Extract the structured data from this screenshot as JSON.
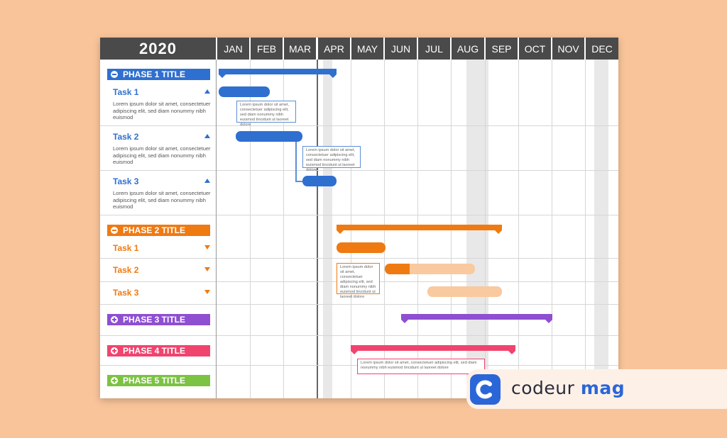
{
  "chart": {
    "year": "2020",
    "months": [
      "JAN",
      "FEB",
      "MAR",
      "APR",
      "MAY",
      "JUN",
      "JUL",
      "AUG",
      "SEP",
      "OCT",
      "NOV",
      "DEC"
    ],
    "colors": {
      "header": "#4a4a4a",
      "phase1": "#2f6fd0",
      "phase2": "#ef7a12",
      "phase2_light": "#f9c9a0",
      "phase3": "#8e4fd1",
      "phase4": "#f0446e",
      "phase5": "#7cc243",
      "phase5_light": "#d8ecc7"
    }
  },
  "phases": [
    {
      "title": "PHASE 1 TITLE",
      "icon": "minus-circle-icon",
      "color": "#2f6fd0",
      "tasks": [
        {
          "title": "Task 1",
          "desc": "Lorem ipsum dolor sit amet, consectetuer adipiscing elit, sed diam nonummy nibh euismod",
          "icon": "triangle-up-icon"
        },
        {
          "title": "Task 2",
          "desc": "Lorem ipsum dolor sit amet, consectetuer adipiscing elit, sed diam nonummy nibh euismod",
          "icon": "triangle-up-icon"
        },
        {
          "title": "Task 3",
          "desc": "Lorem ipsum dolor sit amet, consectetuer adipiscing elit, sed diam nonummy nibh euismod",
          "icon": "triangle-up-icon"
        }
      ]
    },
    {
      "title": "PHASE 2 TITLE",
      "icon": "minus-circle-icon",
      "color": "#ef7a12",
      "tasks": [
        {
          "title": "Task 1",
          "icon": "triangle-down-icon"
        },
        {
          "title": "Task 2",
          "icon": "triangle-down-icon"
        },
        {
          "title": "Task 3",
          "icon": "triangle-down-icon"
        }
      ]
    },
    {
      "title": "PHASE 3 TITLE",
      "icon": "plus-circle-icon",
      "color": "#8e4fd1"
    },
    {
      "title": "PHASE 4 TITLE",
      "icon": "plus-circle-icon",
      "color": "#f0446e"
    },
    {
      "title": "PHASE 5 TITLE",
      "icon": "plus-circle-icon",
      "color": "#7cc243"
    }
  ],
  "notes": [
    {
      "text": "Lorem ipsum dolor sit amet, consectetuer adipiscing elit, sed diam nonummy nibh euismod tincidunt ut laoreet dolore"
    },
    {
      "text": "Lorem ipsum dolor sit amet, consectetuer adipiscing elit, sed diam nonummy nibh euismod tincidunt ut laoreet dolore"
    },
    {
      "text": "Lorem ipsum dolor sit amet, consectetuer adipiscing elit, sed diam nonummy nibh euismod tincidunt ut laoreet dolore"
    },
    {
      "text": "Lorem ipsum dolor sit amet, consectetuer adipiscing elit, sed diam nonummy nibh euismod tincidunt ut laoreet dolore"
    }
  ],
  "brand": {
    "name": "codeur",
    "suffix": "mag",
    "logo_icon": "c-logo-icon",
    "color": "#2b66d8"
  }
}
